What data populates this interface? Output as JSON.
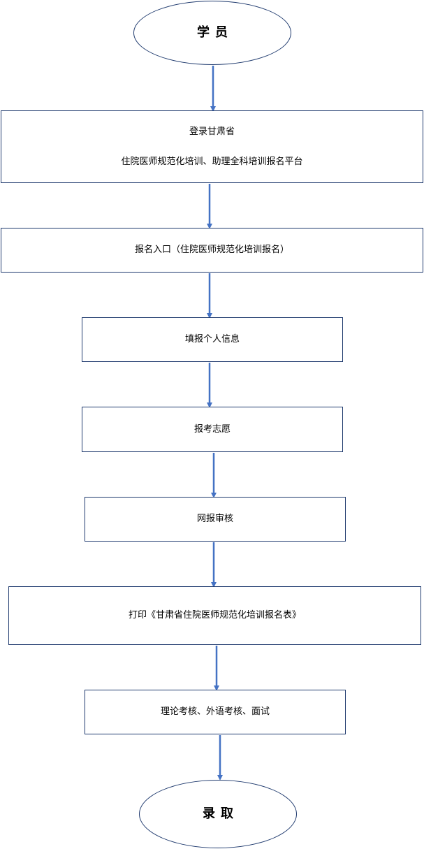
{
  "flow": {
    "start": "学员",
    "steps": [
      [
        "登录甘肃省",
        "住院医师规范化培训、助理全科培训报名平台"
      ],
      [
        "报名入口（住院医师规范化培训报名）"
      ],
      [
        "填报个人信息"
      ],
      [
        "报考志愿"
      ],
      [
        "网报审核"
      ],
      [
        "打印《甘肃省住院医师规范化培训报名表》"
      ],
      [
        "理论考核、外语考核、面试"
      ]
    ],
    "end": "录取"
  },
  "colors": {
    "arrow": "#4472c4",
    "border": "#1f3a6e"
  }
}
